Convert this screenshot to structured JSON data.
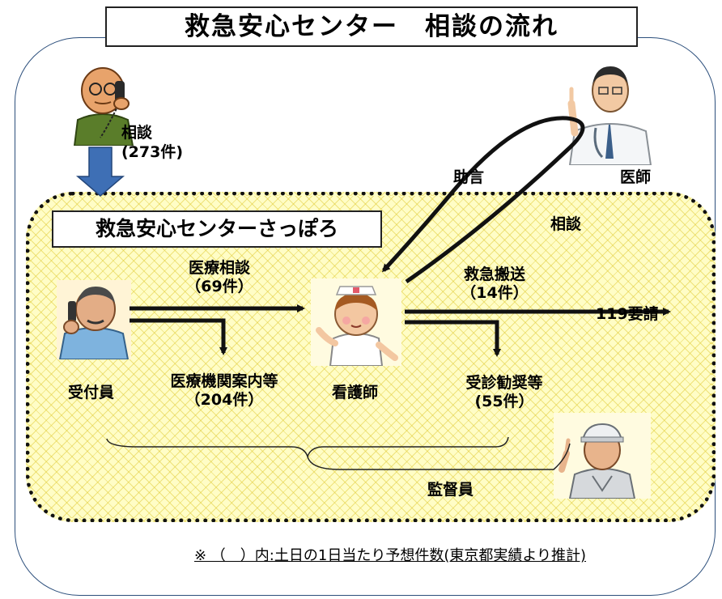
{
  "title": "救急安心センター　相談の流れ",
  "center_name": "救急安心センターさっぽろ",
  "consult_in": {
    "label": "相談",
    "count": "(273件)"
  },
  "roles": {
    "receptionist": "受付員",
    "nurse": "看護師",
    "doctor": "医師",
    "supervisor": "監督員"
  },
  "flows": {
    "medical_consult": {
      "label": "医療相談",
      "count": "（69件）"
    },
    "institution_guide": {
      "label": "医療機関案内等",
      "count": "（204件）"
    },
    "emergency_transport": {
      "label": "救急搬送",
      "count": "（14件）"
    },
    "visit_recommend": {
      "label": "受診勧奨等",
      "count": "(55件）"
    },
    "call_119": "119要請",
    "advice": "助言",
    "consult_doctor": "相談"
  },
  "note": "※ （　）内:土日の1日当たり予想件数(東京都実績より推計)",
  "colors": {
    "frame": "#2c4f7c",
    "down_arrow": "#3e6fb5",
    "inner_fill": "#fffdc6",
    "inner_hatch": "#e1cd3c"
  }
}
